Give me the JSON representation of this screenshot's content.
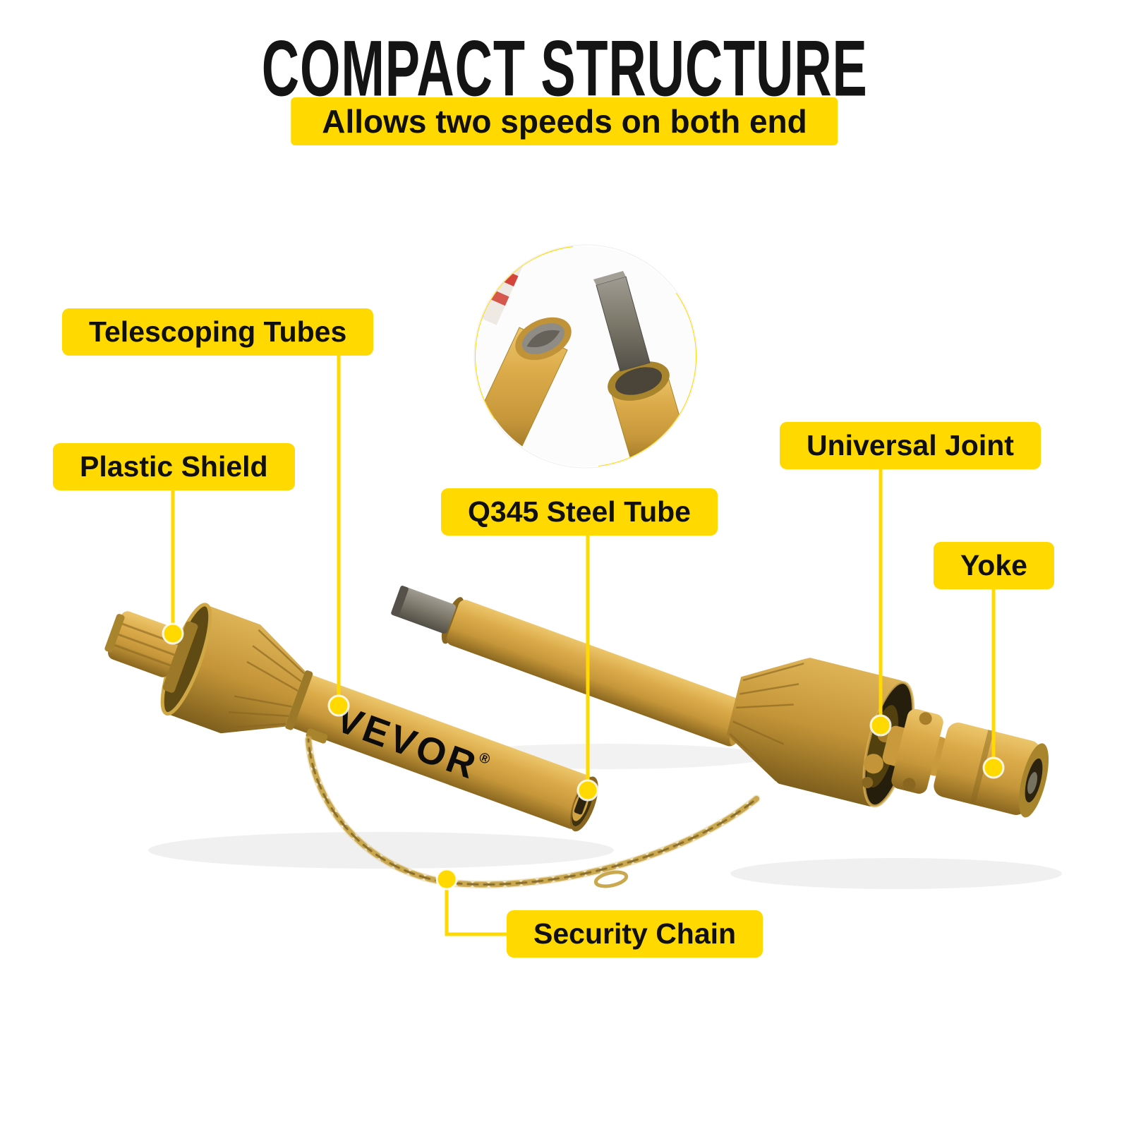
{
  "header": {
    "title": "COMPACT STRUCTURE",
    "subtitle": "Allows two speeds on both end"
  },
  "product": {
    "brand": "VEVOR",
    "brand_reg": "®"
  },
  "callouts": {
    "telescoping_tubes": {
      "label": "Telescoping Tubes"
    },
    "plastic_shield": {
      "label": "Plastic Shield"
    },
    "q345_steel_tube": {
      "label": "Q345 Steel Tube"
    },
    "universal_joint": {
      "label": "Universal Joint"
    },
    "yoke": {
      "label": "Yoke"
    },
    "security_chain": {
      "label": "Security Chain"
    }
  },
  "colors": {
    "accent_yellow": "#FFD900",
    "text_black": "#101010",
    "shaft_gold": "#D3A43F",
    "shaft_gold_dark": "#8A6720",
    "steel_gray": "#7B7769",
    "chain_brass": "#CAA84F",
    "background": "#FFFFFF"
  }
}
